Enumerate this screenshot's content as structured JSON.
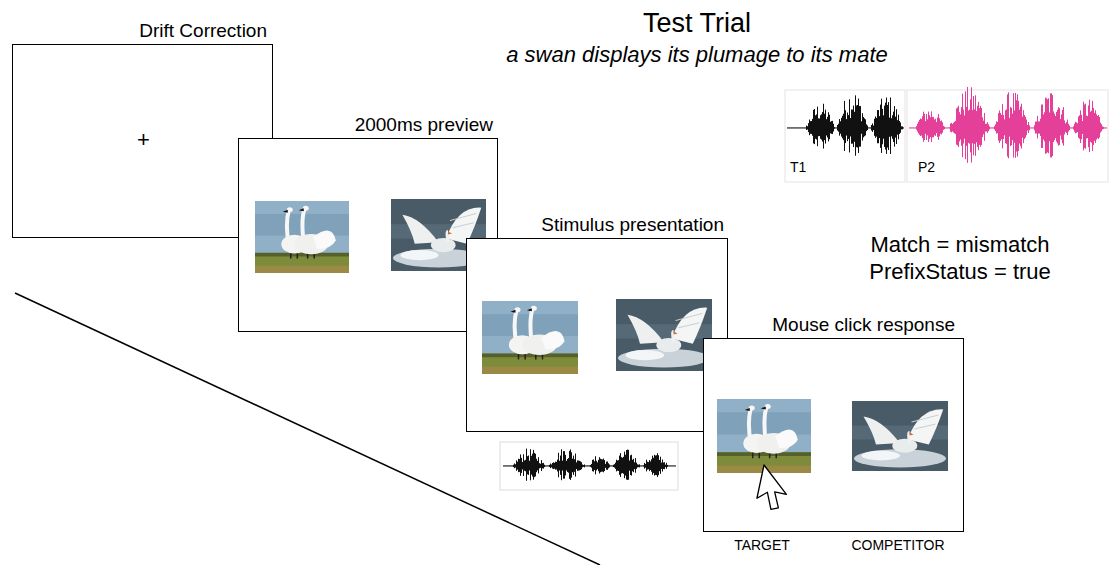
{
  "diagram": {
    "title": "Test Trial",
    "nodes": [
      {
        "text": [
          "Drift Correction",
          "+"
        ]
      },
      {
        "text": [
          "2000ms preview"
        ]
      },
      {
        "text": [
          "Stimulus presentation"
        ]
      },
      {
        "text": [
          "Mouse click response"
        ]
      }
    ],
    "labels": [
      "a swan displays its plumage to its mate",
      "T1",
      "P2",
      "Match = mismatch",
      "PrefixStatus = true",
      "TARGET",
      "COMPETITOR"
    ]
  }
}
